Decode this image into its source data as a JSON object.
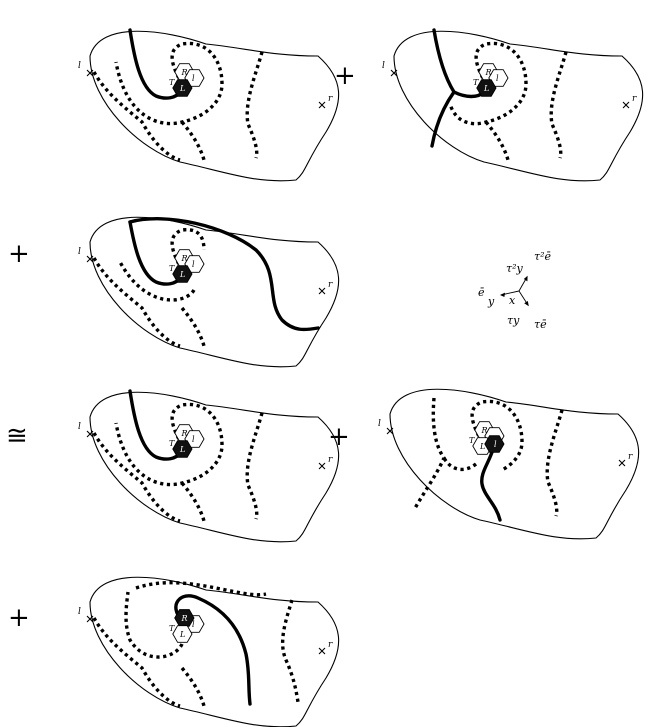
{
  "operators": {
    "plus_1": "+",
    "plus_2": "+",
    "congruent": "≅",
    "plus_3": "+",
    "plus_4": "+"
  },
  "endpoint_labels": {
    "left": "l",
    "right": "r"
  },
  "hexagon_labels": {
    "top": "R",
    "bottom": "L",
    "right": "l",
    "left_small": "T"
  },
  "axis_legend": {
    "upper_left_label": "τ²y",
    "upper_right_label": "τ²ē",
    "left_label": "ē",
    "center_y": "y",
    "center_x": "x",
    "lower_left_label": "τy",
    "lower_right_label": "τē"
  }
}
